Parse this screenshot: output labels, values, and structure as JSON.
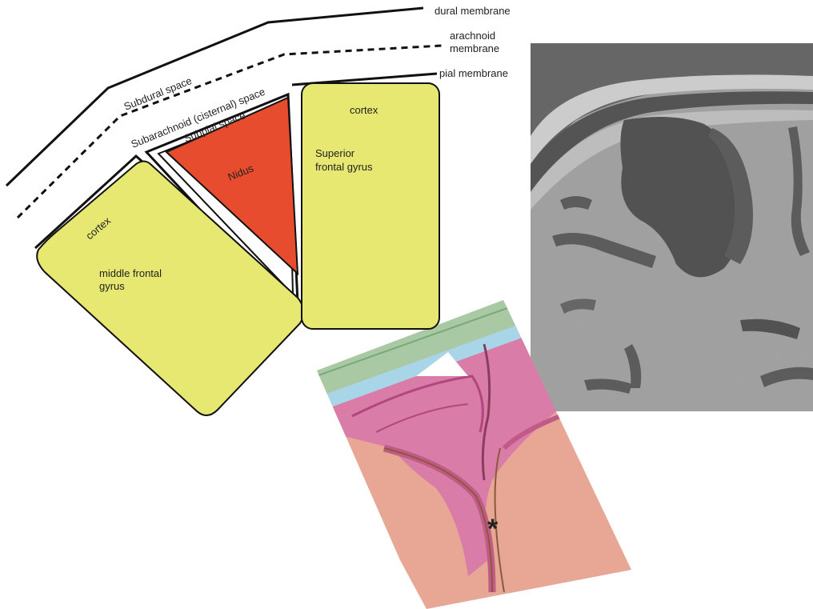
{
  "membranes": {
    "dural": "dural membrane",
    "arachnoid_line1": "arachnoid",
    "arachnoid_line2": "membrane",
    "pial": "pial membrane"
  },
  "spaces": {
    "subdural": "Subdural space",
    "subarachnoid": "Subarachnoid (cisternal) space",
    "subpial": "Subpial space"
  },
  "regions": {
    "nidus": "Nidus",
    "cortex_superior": "cortex",
    "superior_line1": "Superior",
    "superior_line2": "frontal gyrus",
    "cortex_middle": "cortex",
    "middle_line1": "middle frontal",
    "middle_line2": "gyrus"
  },
  "illustration": {
    "marker": "*"
  },
  "colors": {
    "gyrus_fill": "#e6e872",
    "nidus_fill": "#e84c2f",
    "outline": "#111111",
    "mri_background": "#a6a6a6",
    "dura_green": "#a9c9a4",
    "csf_blue": "#a8d5e8",
    "pia_pink": "#d97ca8",
    "brain_tissue": "#e7a794"
  }
}
